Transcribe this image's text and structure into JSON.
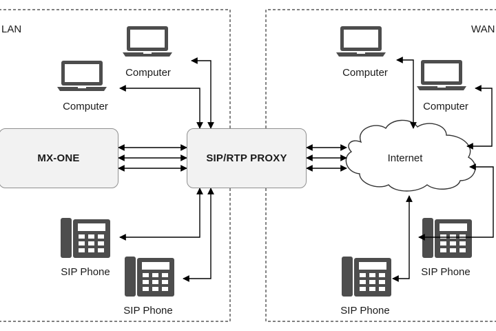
{
  "zones": {
    "lan": "LAN",
    "wan": "WAN"
  },
  "nodes": {
    "mx_one": "MX-ONE",
    "proxy": "SIP/RTP PROXY",
    "internet": "Internet"
  },
  "devices": {
    "lan_computer_1": "Computer",
    "lan_computer_2": "Computer",
    "lan_phone_1": "SIP Phone",
    "lan_phone_2": "SIP Phone",
    "wan_computer_1": "Computer",
    "wan_computer_2": "Computer",
    "wan_phone_1": "SIP Phone",
    "wan_phone_2": "SIP Phone"
  },
  "colors": {
    "line": "#000000",
    "icon": "#4d4d4d",
    "node_fill": "#f2f2f2",
    "zone_border": "#333333"
  },
  "icons": {
    "computer": "laptop-icon",
    "phone": "desk-phone-icon",
    "cloud": "cloud-icon"
  }
}
